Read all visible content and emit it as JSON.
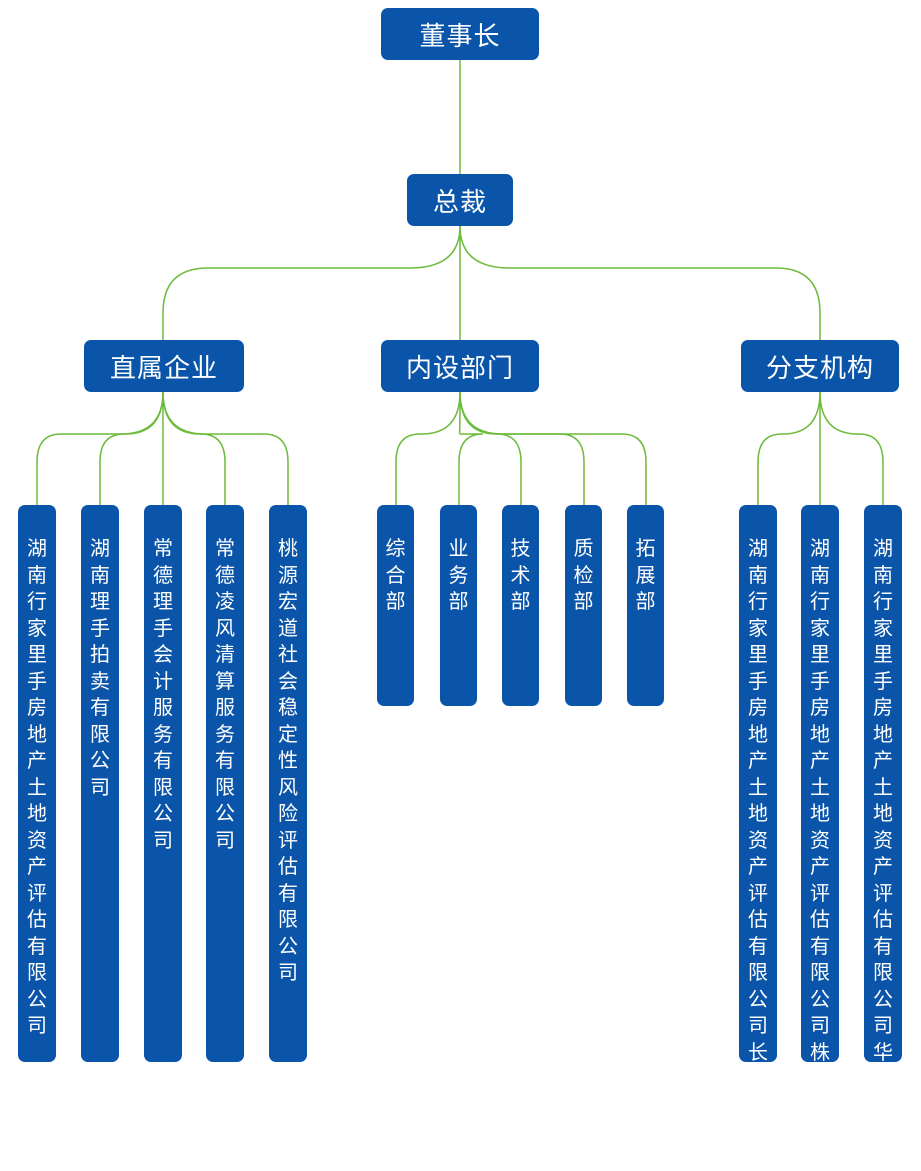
{
  "colors": {
    "box": "#0a55a9",
    "connector": "#6dbb3c",
    "text": "#ffffff"
  },
  "chairman": "董事长",
  "president": "总裁",
  "divisions": [
    {
      "label": "直属企业",
      "children": [
        "湖南行家里手房地产土地资产评估有限公司",
        "湖南理手拍卖有限公司",
        "常德理手会计服务有限公司",
        "常德凌风清算服务有限公司",
        "桃源宏道社会稳定性风险评估有限公司"
      ]
    },
    {
      "label": "内设部门",
      "children": [
        "综合部",
        "业务部",
        "技术部",
        "质检部",
        "拓展部"
      ]
    },
    {
      "label": "分支机构",
      "children": [
        "湖南行家里手房地产土地资产评估有限公司长沙分公司",
        "湖南行家里手房地产土地资产评估有限公司株洲分公司",
        "湖南行家里手房地产土地资产评估有限公司华容分公司"
      ]
    }
  ]
}
